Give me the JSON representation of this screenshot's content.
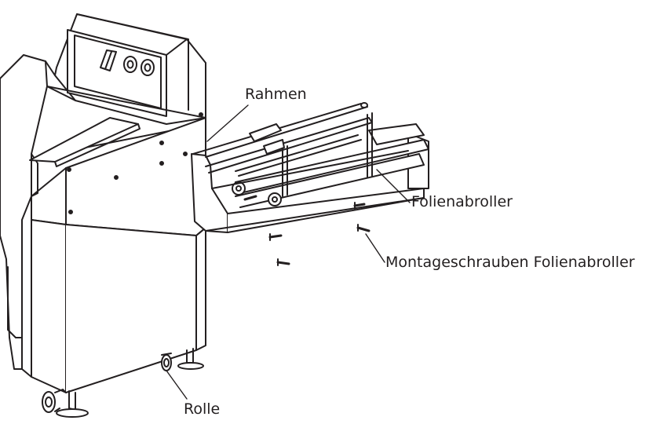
{
  "labels": {
    "rahmen": "Rahmen",
    "folienabroller": "Folienabroller",
    "montageschrauben": "Montageschrauben Folienabroller",
    "rolle": "Rolle"
  },
  "colors": {
    "line": "#231f20",
    "background": "#ffffff"
  }
}
